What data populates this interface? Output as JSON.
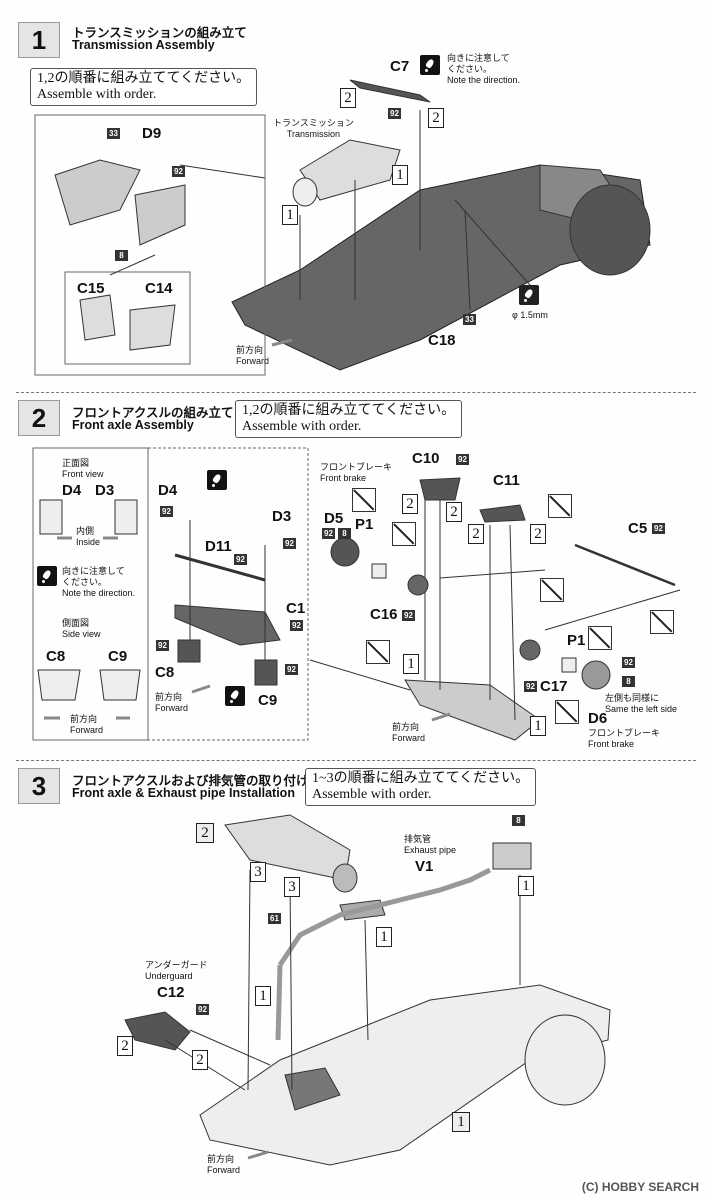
{
  "s1": {
    "num": "1",
    "title_jp": "トランスミッションの組み立て",
    "title_en": "Transmission Assembly",
    "note_jp": "1,2の順番に組み立ててください。",
    "note_en": "Assemble with order.",
    "parts": {
      "d9": "D9",
      "c7": "C7",
      "c15": "C15",
      "c14": "C14",
      "c18": "C18",
      "t33a": "33",
      "t92a": "92",
      "t8": "8",
      "t92b": "92",
      "t33b": "33"
    },
    "dir_jp_1": "向きに注意して",
    "dir_jp_2": "ください。",
    "dir_en": "Note the direction.",
    "trans_jp": "トランスミッション",
    "trans_en": "Transmission",
    "drill": "φ 1.5mm",
    "fwd_jp": "前方向",
    "fwd_en": "Forward",
    "steps": [
      "2",
      "2",
      "1",
      "1"
    ]
  },
  "s2": {
    "num": "2",
    "title_jp": "フロントアクスルの組み立て",
    "title_en": "Front axle Assembly",
    "note_jp": "1,2の順番に組み立ててください。",
    "note_en": "Assemble with order.",
    "front_jp": "正面図",
    "front_en": "Front view",
    "inside_jp": "内側",
    "inside_en": "Inside",
    "dir_jp_1": "向きに注意して",
    "dir_jp_2": "ください。",
    "dir_en": "Note the direction.",
    "side_jp": "側面図",
    "side_en": "Side view",
    "fwd_jp": "前方向",
    "fwd_en": "Forward",
    "brake_jp": "フロントブレーキ",
    "brake_en": "Front brake",
    "same_jp": "左側も同様に",
    "same_en": "Same the left side",
    "parts": {
      "d4": "D4",
      "d3": "D3",
      "c8": "C8",
      "c9": "C9",
      "d4b": "D4",
      "d3b": "D3",
      "d11": "D11",
      "c1": "C1",
      "c8b": "C8",
      "c9b": "C9",
      "c10": "C10",
      "c11": "C11",
      "d5": "D5",
      "p1": "P1",
      "c16": "C16",
      "c5": "C5",
      "p1b": "P1",
      "c17": "C17",
      "d6": "D6"
    },
    "tags92": "92",
    "tag8": "8",
    "steps": [
      "2",
      "2",
      "2",
      "2",
      "1",
      "1"
    ]
  },
  "s3": {
    "num": "3",
    "title_jp": "フロントアクスルおよび排気管の取り付け",
    "title_en": "Front axle & Exhaust pipe Installation",
    "note_jp": "1~3の順番に組み立ててください。",
    "note_en": "Assemble with order.",
    "exhaust_jp": "排気管",
    "exhaust_en": "Exhaust pipe",
    "under_jp": "アンダーガード",
    "under_en": "Underguard",
    "fwd_jp": "前方向",
    "fwd_en": "Forward",
    "parts": {
      "v1": "V1",
      "c12": "C12",
      "t8": "8",
      "t61": "61",
      "t92": "92"
    },
    "steps": [
      "2",
      "3",
      "3",
      "1",
      "1",
      "1",
      "2",
      "2",
      "1"
    ]
  },
  "watermark": "(C) HOBBY SEARCH"
}
